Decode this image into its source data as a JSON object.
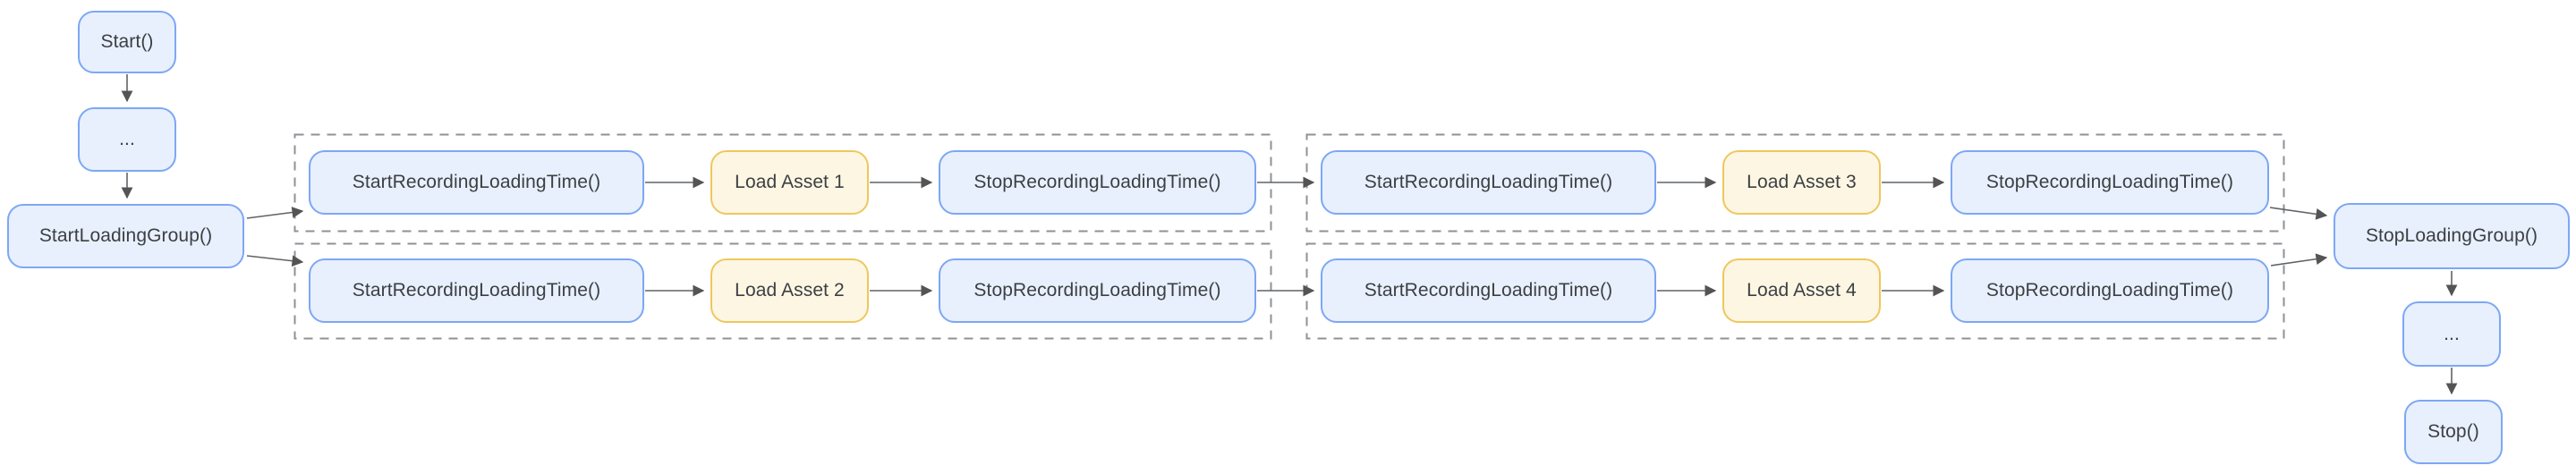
{
  "diagram_title": "loading-group-flowchart",
  "nodes": {
    "start": "Start()",
    "ellipsisTop": "...",
    "startLoadingGroup": "StartLoadingGroup()",
    "rec1Start": "StartRecordingLoadingTime()",
    "loadAsset1": "Load Asset 1",
    "rec1Stop": "StopRecordingLoadingTime()",
    "rec2Start": "StartRecordingLoadingTime()",
    "loadAsset2": "Load Asset 2",
    "rec2Stop": "StopRecordingLoadingTime()",
    "rec3Start": "StartRecordingLoadingTime()",
    "loadAsset3": "Load Asset 3",
    "rec3Stop": "StopRecordingLoadingTime()",
    "rec4Start": "StartRecordingLoadingTime()",
    "loadAsset4": "Load Asset 4",
    "rec4Stop": "StopRecordingLoadingTime()",
    "stopLoadingGroup": "StopLoadingGroup()",
    "ellipsisBottom": "...",
    "stop": "Stop()"
  },
  "colors": {
    "node_fill": "#e8f0fe",
    "node_border": "#7da7f4",
    "asset_fill": "#fdf6e3",
    "asset_border": "#eec75d",
    "text": "#3c4043",
    "arrow": "#5f6368",
    "dashed_group_border": "#8e9297",
    "background": "#ffffff"
  }
}
